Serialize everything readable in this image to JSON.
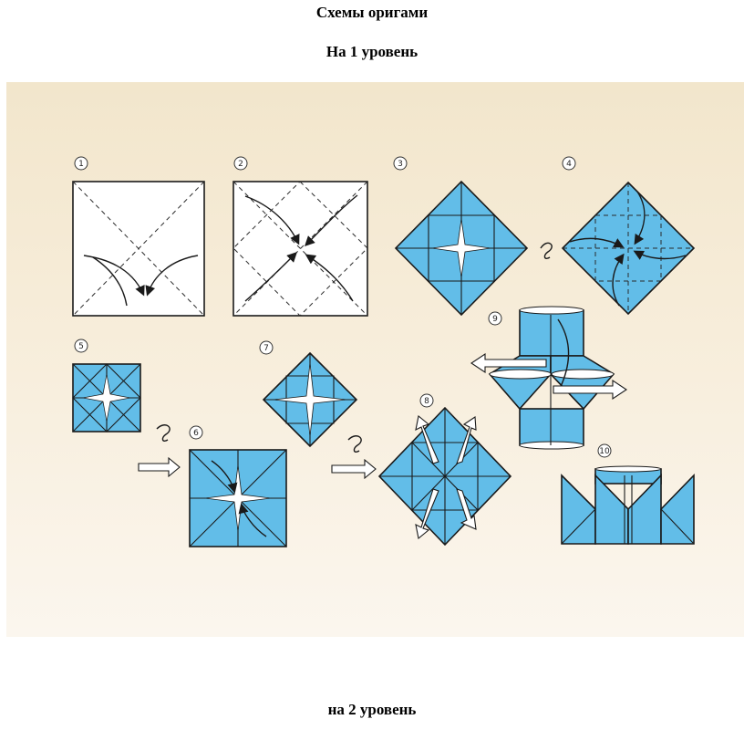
{
  "document": {
    "title": "Схемы оригами",
    "level1": "На 1 уровень",
    "level2": "на 2 уровень"
  },
  "diagram": {
    "step_numbers": [
      "1",
      "2",
      "3",
      "4",
      "5",
      "6",
      "7",
      "8",
      "9",
      "10"
    ],
    "colors": {
      "paper": "#62bde8",
      "background": "#f2e6cc",
      "outline": "#1a1a1a"
    }
  }
}
